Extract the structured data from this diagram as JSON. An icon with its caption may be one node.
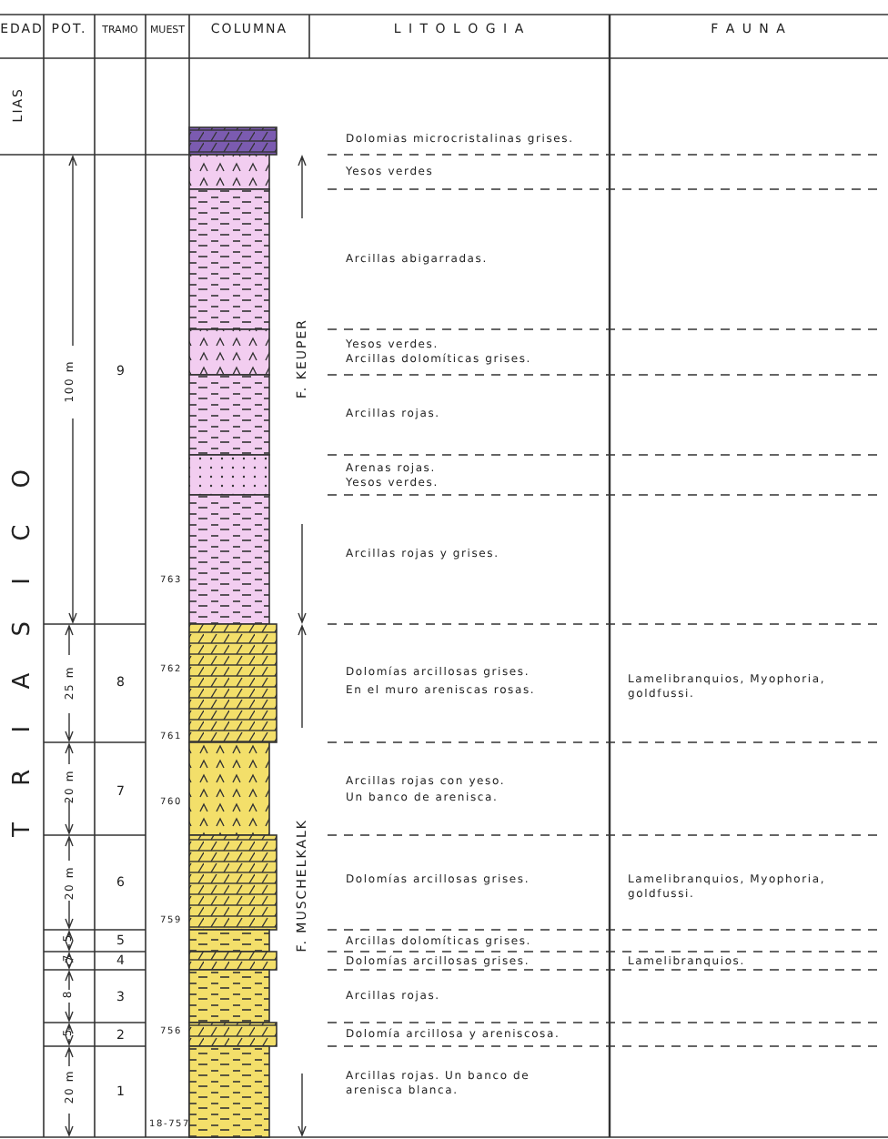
{
  "diagram": {
    "labels": [
      "EDAD",
      "POT.",
      "TRAMO",
      "MUEST",
      "COLUMNA",
      "L I T O L O G I A",
      "F A U N A",
      "LIAS",
      "T R I A S I C O",
      "100 m",
      "9",
      "F. KEUPER",
      "F. MUSCHELKALK",
      "Dolomias microcristalinas grises.",
      "Yesos verdes",
      "Arcillas abigarradas.",
      "Yesos verdes.",
      "Arcillas dolomíticas grises.",
      "Arcillas rojas.",
      "Arenas rojas.",
      "Yesos verdes.",
      "Arcillas rojas y grises.",
      "763",
      "25 m",
      "8",
      "762",
      "Dolomías arcillosas grises.",
      "En el muro areniscas rosas.",
      "Lamelibranquios, Myophoria, goldfussi.",
      "761",
      "20 m",
      "7",
      "760",
      "Arcillas rojas con yeso.",
      "Un banco de arenisca.",
      "20 m",
      "6",
      "Dolomías arcillosas grises.",
      "Lamelibranquios, Myophoria, goldfussi.",
      "759",
      "5",
      "5",
      "Arcillas dolomíticas grises.",
      "7",
      "4",
      "Dolomías arcillosas grises.",
      "Lamelibranquios.",
      "8",
      "3",
      "Arcillas rojas.",
      "5",
      "2",
      "756",
      "Dolomía arcillosa y areniscosa.",
      "20 m",
      "1",
      "Arcillas rojas. Un banco de arenisca blanca.",
      "18-757"
    ]
  }
}
